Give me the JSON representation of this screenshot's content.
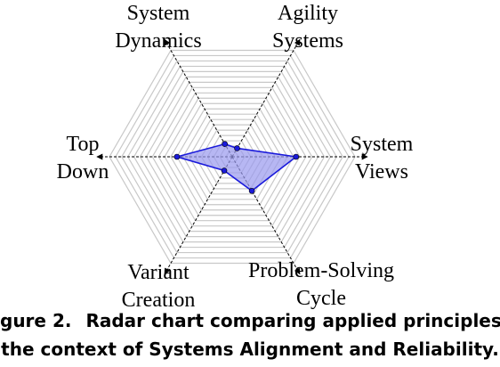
{
  "chart_data": {
    "type": "radar",
    "axes": [
      {
        "name": "Agility Systems",
        "label_lines": [
          "Agility",
          "Systems"
        ]
      },
      {
        "name": "System Views",
        "label_lines": [
          "System",
          "Views"
        ]
      },
      {
        "name": "Problem-Solving Cycle",
        "label_lines": [
          "Problem-Solving",
          "Cycle"
        ]
      },
      {
        "name": "Variant Creation",
        "label_lines": [
          "Variant",
          "Creation"
        ]
      },
      {
        "name": "Top Down",
        "label_lines": [
          "Top",
          "Down"
        ]
      },
      {
        "name": "System Dynamics",
        "label_lines": [
          "System",
          "Dynamics"
        ]
      }
    ],
    "series": [
      {
        "values": [
          0.08,
          0.52,
          0.32,
          0.13,
          0.45,
          0.12
        ],
        "color": "#1a1adb",
        "fill": "#9898ee"
      }
    ],
    "range": [
      0,
      1
    ],
    "grid_rings": 20,
    "grid_shape": "hexagon",
    "grid_color": "#c8c8c8",
    "axis_style": "dashed-arrow"
  },
  "caption": {
    "fig_label": "gure 2.",
    "line1": "Radar chart comparing applied principles",
    "line2": "the context of Systems Alignment and Reliability."
  }
}
